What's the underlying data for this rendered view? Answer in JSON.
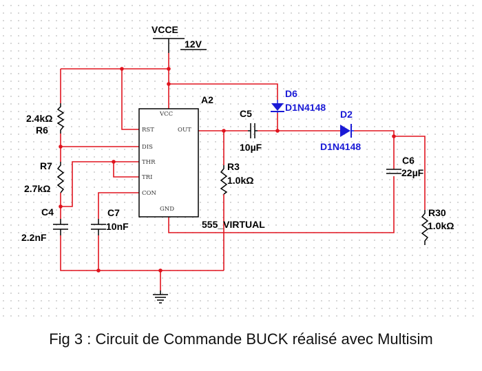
{
  "caption": "Fig 3 : Circuit de Commande BUCK réalisé avec Multisim",
  "supply": {
    "name": "VCCE",
    "voltage": "12V"
  },
  "ic": {
    "ref": "A2",
    "type": "555_VIRTUAL",
    "pins": {
      "vcc": "VCC",
      "rst": "RST",
      "out": "OUT",
      "dis": "DIS",
      "thr": "THR",
      "tri": "TRI",
      "con": "CON",
      "gnd": "GND"
    }
  },
  "components": {
    "r6": {
      "ref": "R6",
      "value": "2.4kΩ"
    },
    "r7": {
      "ref": "R7",
      "value": "2.7kΩ"
    },
    "c4": {
      "ref": "C4",
      "value": "2.2nF"
    },
    "c7": {
      "ref": "C7",
      "value": "10nF"
    },
    "c5": {
      "ref": "C5",
      "value": "10µF"
    },
    "r3": {
      "ref": "R3",
      "value": "1.0kΩ"
    },
    "d6": {
      "ref": "D6",
      "value": "D1N4148"
    },
    "d2": {
      "ref": "D2",
      "value": "D1N4148"
    },
    "c6": {
      "ref": "C6",
      "value": "22µF"
    },
    "r30": {
      "ref": "R30",
      "value": "1.0kΩ"
    }
  },
  "colors": {
    "wire": "#e0141e",
    "diode": "#1a1ad6",
    "grid": "#b8b8b8"
  }
}
